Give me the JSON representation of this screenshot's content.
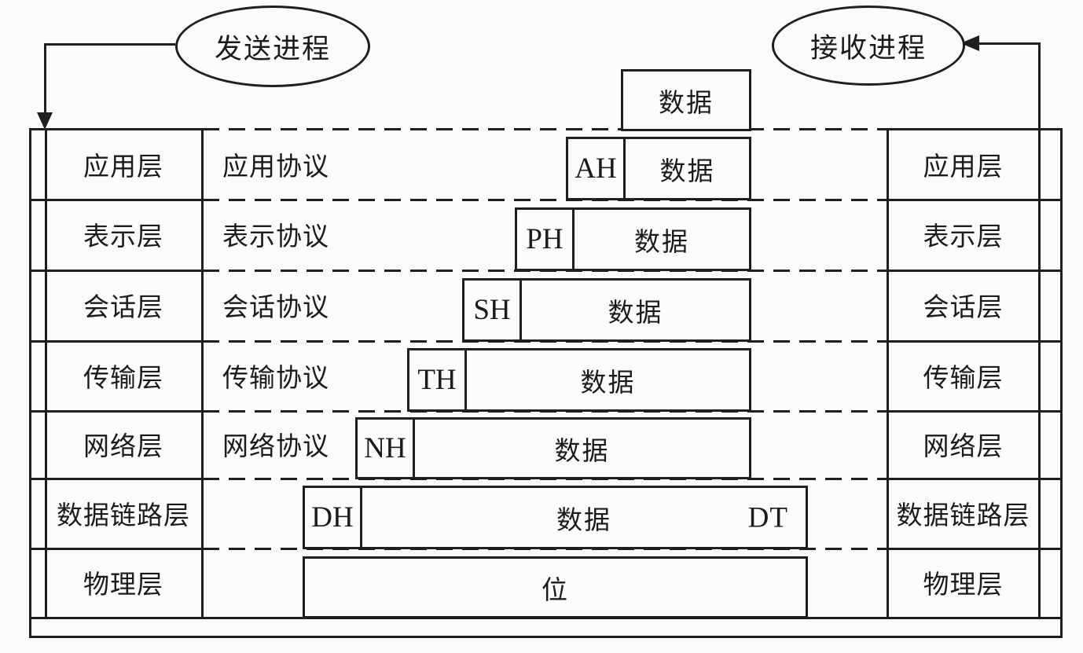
{
  "diagram": {
    "sender_label": "发送进程",
    "receiver_label": "接收进程",
    "top_data_label": "数据"
  },
  "layers": [
    {
      "name": "应用层",
      "protocol": "应用协议",
      "header": "AH",
      "payload": "数据"
    },
    {
      "name": "表示层",
      "protocol": "表示协议",
      "header": "PH",
      "payload": "数据"
    },
    {
      "name": "会话层",
      "protocol": "会话协议",
      "header": "SH",
      "payload": "数据"
    },
    {
      "name": "传输层",
      "protocol": "传输协议",
      "header": "TH",
      "payload": "数据"
    },
    {
      "name": "网络层",
      "protocol": "网络协议",
      "header": "NH",
      "payload": "数据"
    },
    {
      "name": "数据链路层",
      "protocol": "",
      "header": "DH",
      "payload": "数据",
      "trailer": "DT"
    },
    {
      "name": "物理层",
      "protocol": "",
      "payload": "位"
    }
  ]
}
